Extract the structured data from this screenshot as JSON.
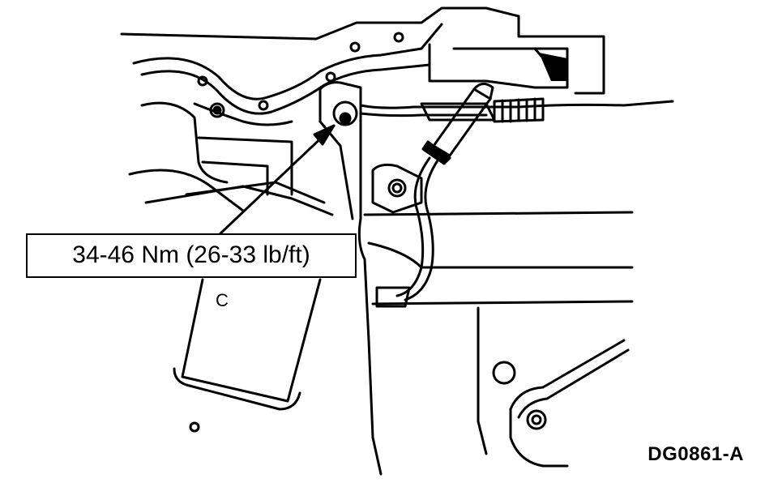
{
  "diagram": {
    "torque_label": "34-46 Nm (26-33 lb/ft)",
    "figure_code": "DG0861-A",
    "part_marking": "C",
    "line_color": "#000000",
    "background_color": "#ffffff"
  }
}
